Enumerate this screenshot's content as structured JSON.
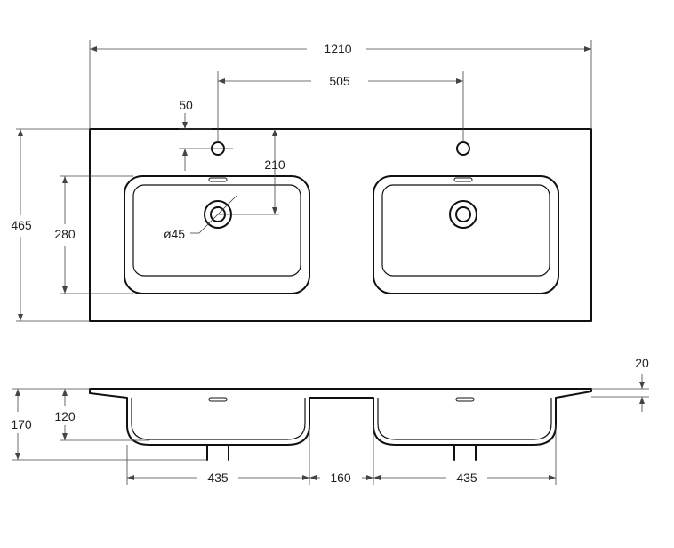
{
  "colors": {
    "line": "#111111",
    "dimension": "#444444",
    "background": "#ffffff"
  },
  "top_view": {
    "overall_width": "1210",
    "tap_hole_spacing": "505",
    "tap_hole_offset": "50",
    "overflow_offset": "210",
    "overall_depth": "465",
    "bowl_depth": "280",
    "drain_diameter": "ø45"
  },
  "side_view": {
    "rim_thickness": "20",
    "total_height": "170",
    "bowl_height": "120",
    "left_bowl_width": "435",
    "gap_between_bowls": "160",
    "right_bowl_width": "435"
  }
}
